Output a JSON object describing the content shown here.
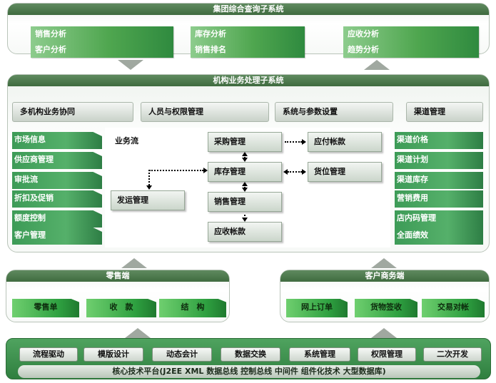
{
  "top": {
    "title": "集团综合查询子系统",
    "items": [
      "销售分析",
      "客户分析",
      "库存分析",
      "销售排名",
      "应收分析",
      "趋势分析"
    ]
  },
  "middle": {
    "title": "机构业务处理子系统",
    "tabs": [
      "多机构业务协同",
      "人员与权限管理",
      "系统与参数设置",
      "渠道管理"
    ],
    "left_items": [
      "市场信息",
      "供应商管理",
      "审批流",
      "折扣及促销",
      "额度控制",
      "客户管理"
    ],
    "right_items": [
      "渠道价格",
      "渠道计划",
      "渠道库存",
      "营销费用",
      "店内码管理",
      "全面绩效"
    ],
    "flow_label": "业务流",
    "flow": {
      "purchase": "采购管理",
      "payable": "应付帐款",
      "inventory": "库存管理",
      "location": "货位管理",
      "shipping": "发运管理",
      "sales": "销售管理",
      "receivable": "应收帐款"
    }
  },
  "retail": {
    "title": "零售端",
    "items": [
      "零售单",
      "收　款",
      "结　构"
    ]
  },
  "customer": {
    "title": "客户商务端",
    "items": [
      "网上订单",
      "货物签收",
      "交易对帐"
    ]
  },
  "bottom": {
    "buttons": [
      "流程驱动",
      "模版设计",
      "动态会计",
      "数据交换",
      "系统管理",
      "权限管理",
      "二次开发"
    ],
    "platform": "核心技术平台(J2EE XML 数据总线 控制总线 中间件 组件化技术 大型数据库)"
  },
  "colors": {
    "accent_green": "#3d9b57",
    "header_green": "#4f7b4f",
    "bottom_green": "#3a8f4a"
  }
}
